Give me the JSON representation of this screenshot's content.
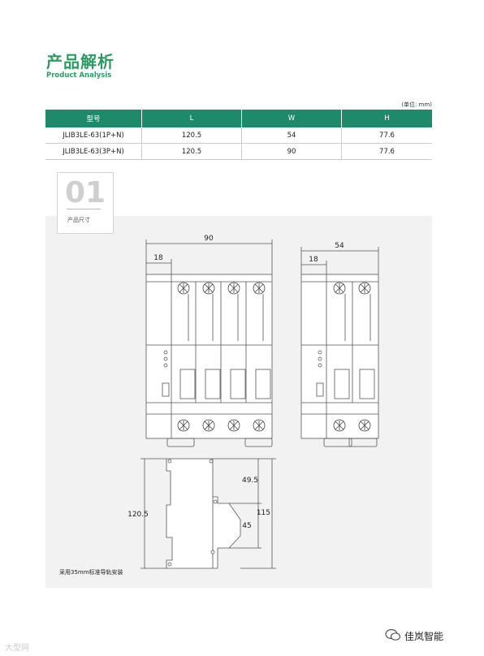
{
  "header": {
    "title_cn": "产品解析",
    "title_en": "Product Analysis"
  },
  "unit_note": "(单位: mm)",
  "table": {
    "headers": [
      "型号",
      "L",
      "W",
      "H"
    ],
    "rows": [
      [
        "JLIB3LE-63(1P+N)",
        "120.5",
        "54",
        "77.6"
      ],
      [
        "JLIB3LE-63(3P+N)",
        "120.5",
        "90",
        "77.6"
      ]
    ]
  },
  "section": {
    "number": "01",
    "label": "产品尺寸"
  },
  "dims": {
    "front_large_width": "90",
    "front_large_pole": "18",
    "front_small_width": "54",
    "front_small_pole": "18",
    "side_height_total": "120.5",
    "side_height_outer": "115",
    "side_upper": "49.5",
    "side_lower": "45"
  },
  "rail_note": "采用35mm标准导轨安装",
  "watermark": "大型网",
  "brand": "佳岚智能"
}
